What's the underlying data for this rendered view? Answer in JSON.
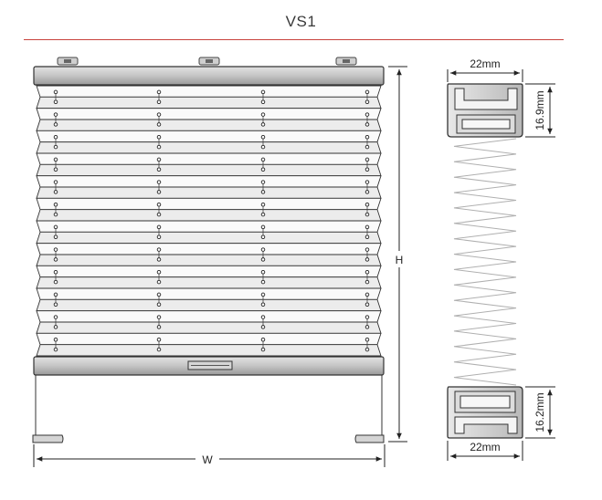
{
  "title": "VS1",
  "dimensions": {
    "width_label": "W",
    "height_label": "H",
    "top_profile_width": "22mm",
    "top_profile_height": "16.9mm",
    "bottom_profile_width": "22mm",
    "bottom_profile_height": "16.2mm"
  },
  "colors": {
    "accent_rule": "#c8433d",
    "rail": "#bdbdbd",
    "line": "#333333",
    "spring": "#b0b0b0"
  }
}
